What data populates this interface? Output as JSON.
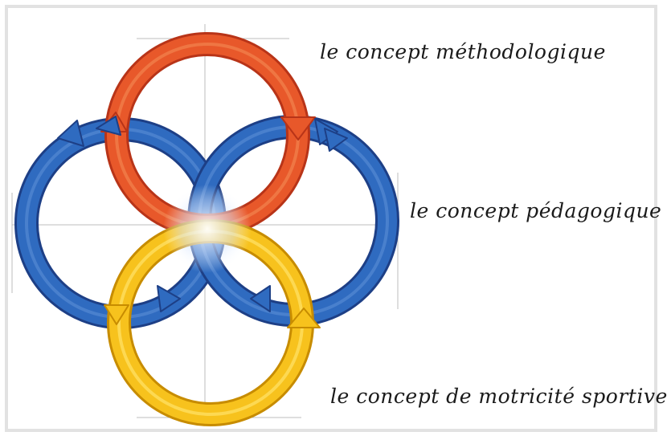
{
  "labels": {
    "methodological": "le concept méthodologique",
    "pedagogical": "le concept pédagogique",
    "motor": "le concept de motricité sportive"
  },
  "colors": {
    "red": "#e8582a",
    "red_dark": "#b83418",
    "blue": "#2f6bc0",
    "blue_dark": "#1d3f86",
    "yellow": "#f7c21d",
    "yellow_dark": "#c78c00",
    "guide": "#bdbdbd"
  }
}
